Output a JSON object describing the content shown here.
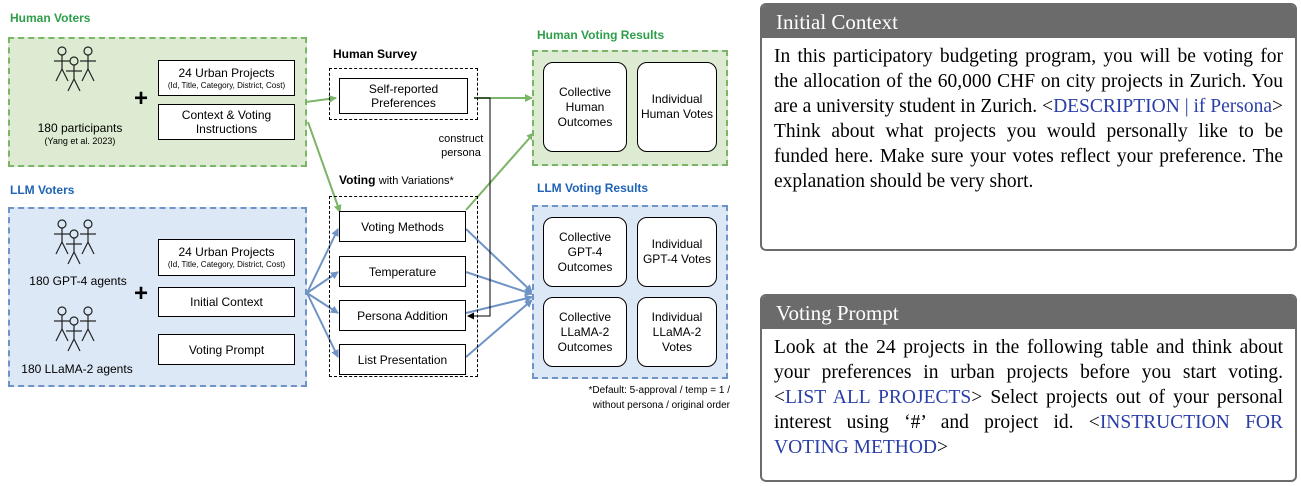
{
  "human_voters": {
    "title": "Human Voters",
    "participants": "180 participants",
    "citation": "(Yang et al. 2023)",
    "projects_title": "24 Urban Projects",
    "projects_fields": "(Id, Title, Category, District, Cost)",
    "context": "Context & Voting Instructions"
  },
  "human_survey": {
    "title": "Human Survey",
    "self_reported": "Self-reported Preferences",
    "construct": "construct persona"
  },
  "human_results": {
    "title": "Human Voting Results",
    "collective": "Collective Human Outcomes",
    "individual": "Individual Human Votes"
  },
  "llm_voters": {
    "title": "LLM Voters",
    "gpt4_agents": "180 GPT-4 agents",
    "llama_agents": "180 LLaMA-2 agents",
    "projects_title": "24 Urban Projects",
    "projects_fields": "(Id, Title, Category, District, Cost)",
    "initial_context": "Initial Context",
    "voting_prompt": "Voting Prompt"
  },
  "voting": {
    "title_bold": "Voting",
    "title_rest": "with Variations*",
    "methods": "Voting Methods",
    "temperature": "Temperature",
    "persona": "Persona Addition",
    "list": "List Presentation"
  },
  "llm_results": {
    "title": "LLM Voting Results",
    "collective_gpt": "Collective GPT-4 Outcomes",
    "individual_gpt": "Individual GPT-4 Votes",
    "collective_llama": "Collective LLaMA-2 Outcomes",
    "individual_llama": "Individual LLaMA-2 Votes"
  },
  "footnote": {
    "line1": "*Default: 5-approval / temp = 1 /",
    "line2": "without persona / original order"
  },
  "plus_symbol": "+",
  "initial_context_card": {
    "title": "Initial Context",
    "text_a": "In this participatory budgeting program, you will be voting for the allocation of the 60,000 CHF on city projects in Zurich. You are a university student in Zurich. <",
    "placeholder": "DESCRIPTION | if Persona",
    "text_b": "> Think about what projects you would personally like to be funded here. Make sure your votes reflect your preference. The explanation should be very short."
  },
  "voting_prompt_card": {
    "title": "Voting Prompt",
    "text_a": "Look at the 24 projects in the following table and think about your preferences in urban projects before you start voting. <",
    "placeholder_1": "LIST ALL PROJECTS",
    "text_b": "> Select projects out of your personal interest using ‘#’ and project id. <",
    "placeholder_2": "INSTRUCTION FOR VOTING METHOD",
    "text_c": ">"
  },
  "colors": {
    "green_panel": "#dcebd2",
    "blue_panel": "#dce8f6",
    "green_arrow": "#7bb567",
    "blue_arrow": "#6f93c6",
    "card_header": "#6b6b6b",
    "placeholder": "#2a3ea8"
  }
}
